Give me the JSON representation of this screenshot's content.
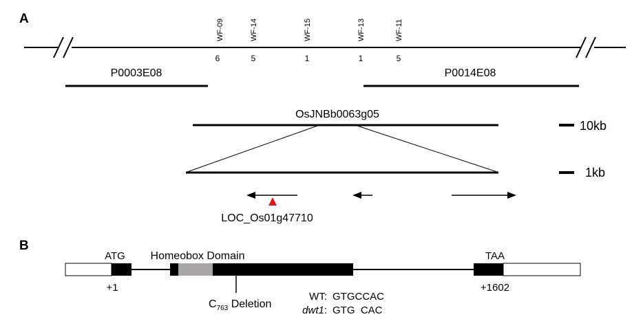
{
  "panel_a": {
    "letter": "A",
    "markers": [
      "WF-09",
      "WF-14",
      "WF-15",
      "WF-13",
      "WF-11"
    ],
    "counts": [
      "6",
      "5",
      "1",
      "1",
      "5"
    ],
    "bac_left": "P0003E08",
    "bac_right": "P0014E08",
    "bac_center": "OsJNBb0063g05",
    "scale_10kb": "10kb",
    "scale_1kb": "1kb",
    "gene_label": "LOC_Os01g47710"
  },
  "panel_b": {
    "letter": "B",
    "atg": "ATG",
    "homeobox": "Homeobox Domain",
    "taa": "TAA",
    "pos_start": "+1",
    "pos_end": "+1602",
    "deletion_base": "C",
    "deletion_sub": "763",
    "deletion_word": " Deletion",
    "wt_label": "WT:",
    "wt_seq": "GTGCCAC",
    "mut_label": "dwt1",
    "mut_colon": ":",
    "mut_seq": "GTG  CAC"
  },
  "colors": {
    "line": "#000000",
    "exon": "#000000",
    "homeobox_fill": "#a7a5a6",
    "utr_fill": "#ffffff",
    "mutation_marker": "#e8141c"
  }
}
